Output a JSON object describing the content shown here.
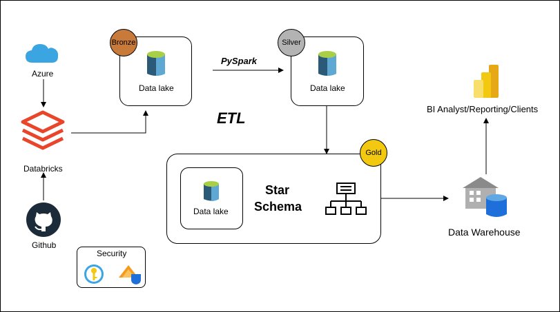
{
  "diagram": {
    "sources": {
      "azure_label": "Azure",
      "databricks_label": "Databricks",
      "github_label": "Github"
    },
    "security": {
      "label": "Security"
    },
    "stages": {
      "bronze": {
        "badge": "Bronze",
        "label": "Data lake",
        "color": "#c87a3a"
      },
      "silver": {
        "badge": "Silver",
        "label": "Data lake",
        "color": "#b3b3b3"
      },
      "gold": {
        "badge": "Gold",
        "label": "Data lake",
        "color": "#f2c811"
      }
    },
    "pyspark_label": "PySpark",
    "etl_label": "ETL",
    "star_schema": {
      "line1": "Star",
      "line2": "Schema"
    },
    "warehouse_label": "Data Warehouse",
    "bi_label": "BI Analyst/Reporting/Clients",
    "colors": {
      "azure": "#3aa5e0",
      "databricks": "#e8452b",
      "github": "#1b2b3a",
      "db_top": "#a8cf45",
      "db_body": "#2a5a78"
    }
  }
}
